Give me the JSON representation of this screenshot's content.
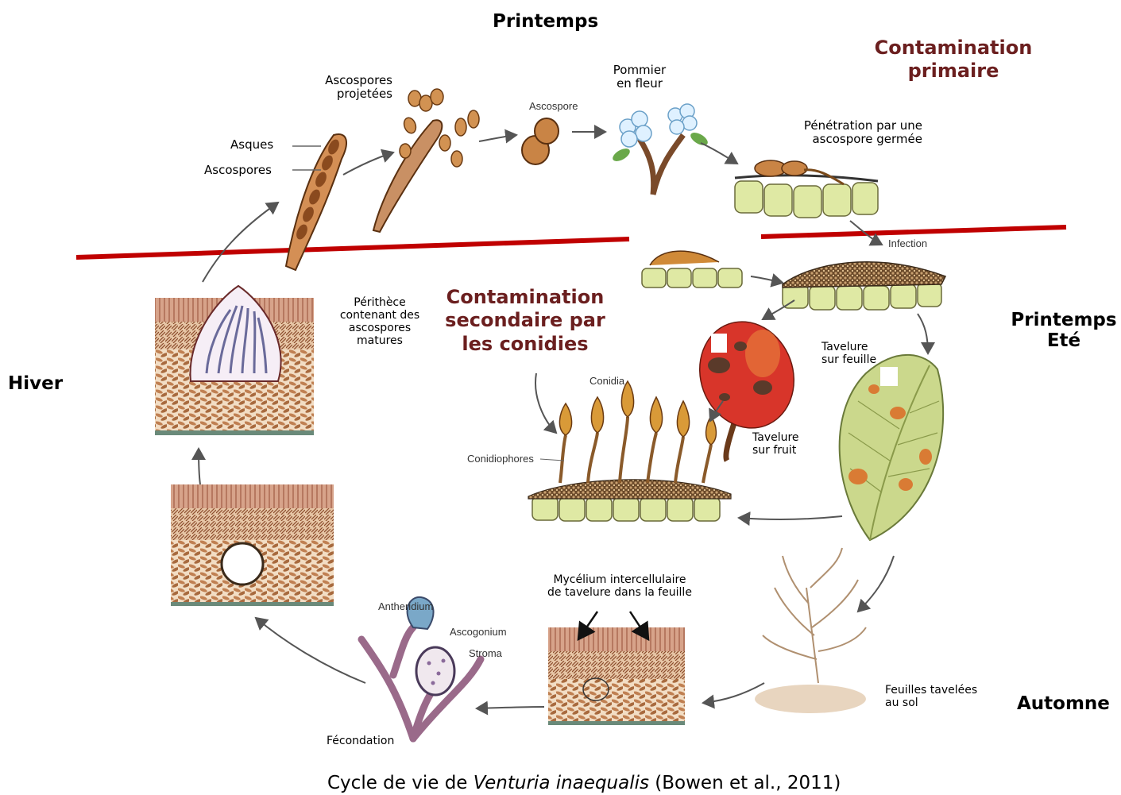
{
  "seasons": {
    "spring": "Printemps",
    "spring_summer_1": "Printemps",
    "spring_summer_2": "Eté",
    "winter": "Hiver",
    "autumn": "Automne"
  },
  "phases": {
    "primary_1": "Contamination",
    "primary_2": "primaire",
    "secondary_1": "Contamination",
    "secondary_2": "secondaire par",
    "secondary_3": "les conidies"
  },
  "labels": {
    "asques": "Asques",
    "ascospores": "Ascospores",
    "ascospores_proj_1": "Ascospores",
    "ascospores_proj_2": "projetées",
    "ascospore_fig": "Ascospore",
    "pommier_1": "Pommier",
    "pommier_2": "en fleur",
    "penetration_1": "Pénétration par  une",
    "penetration_2": "ascospore germée",
    "infection_fig": "Infection",
    "perithece_1": "Périthèce",
    "perithece_2": "contenant des",
    "perithece_3": "ascospores",
    "perithece_4": "matures",
    "tavelure_feuille_1": "Tavelure",
    "tavelure_feuille_2": "sur feuille",
    "tavelure_fruit_1": "Tavelure",
    "tavelure_fruit_2": "sur fruit",
    "conidia_fig": "Conidia",
    "conidiophores_fig": "Conidiophores",
    "mycelium_1": "Mycélium intercellulaire",
    "mycelium_2": "de tavelure dans la feuille",
    "antheridium_fig": "Antheridium",
    "ascogonium_fig": "Ascogonium",
    "stroma_fig": "Stroma",
    "fecondation": "Fécondation",
    "feuilles_sol_1": "Feuilles tavelées",
    "feuilles_sol_2": "au sol"
  },
  "caption": {
    "prefix": "Cycle de vie de ",
    "species": "Venturia inaequalis",
    "suffix": " (Bowen et al., 2011)"
  },
  "colors": {
    "divider": "#c00000",
    "phase_text": "#6b1f1f",
    "spore": "#b8743a",
    "cell": "#d9e4a0",
    "tissue": "#c98a6a"
  }
}
